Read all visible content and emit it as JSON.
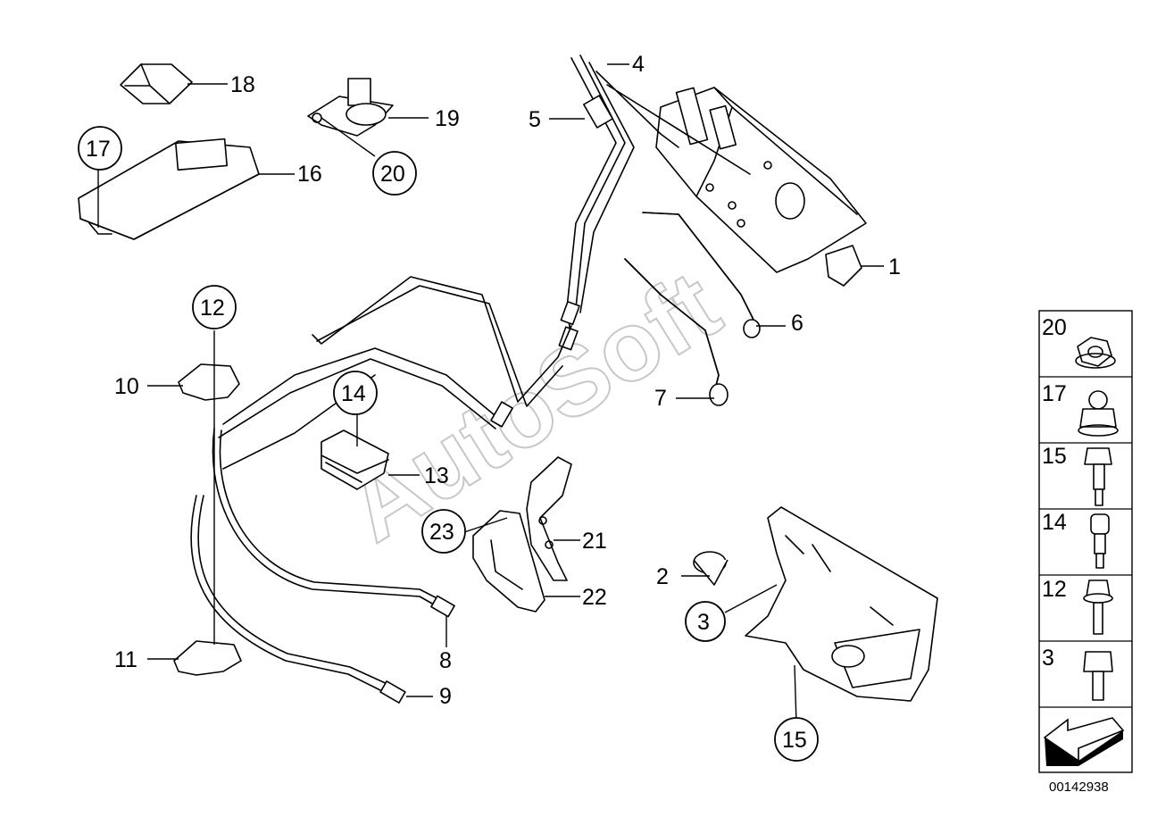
{
  "diagram": {
    "reference_number": "00142938",
    "watermark": "AutoSoft",
    "callouts": [
      {
        "id": "c1",
        "label": "1"
      },
      {
        "id": "c2",
        "label": "2"
      },
      {
        "id": "c3",
        "label": "3"
      },
      {
        "id": "c4",
        "label": "4"
      },
      {
        "id": "c5",
        "label": "5"
      },
      {
        "id": "c6",
        "label": "6"
      },
      {
        "id": "c7",
        "label": "7"
      },
      {
        "id": "c8",
        "label": "8"
      },
      {
        "id": "c9",
        "label": "9"
      },
      {
        "id": "c10",
        "label": "10"
      },
      {
        "id": "c11",
        "label": "11"
      },
      {
        "id": "c12",
        "label": "12"
      },
      {
        "id": "c13",
        "label": "13"
      },
      {
        "id": "c14",
        "label": "14"
      },
      {
        "id": "c15",
        "label": "15"
      },
      {
        "id": "c16",
        "label": "16"
      },
      {
        "id": "c17",
        "label": "17"
      },
      {
        "id": "c18",
        "label": "18"
      },
      {
        "id": "c19",
        "label": "19"
      },
      {
        "id": "c20",
        "label": "20"
      },
      {
        "id": "c21",
        "label": "21"
      },
      {
        "id": "c22",
        "label": "22"
      },
      {
        "id": "c23",
        "label": "23"
      }
    ],
    "fastener_legend": [
      {
        "label": "20",
        "icon": "flange-nut-icon"
      },
      {
        "label": "17",
        "icon": "cap-nut-icon"
      },
      {
        "label": "15",
        "icon": "shoulder-bolt-icon"
      },
      {
        "label": "14",
        "icon": "socket-bolt-icon"
      },
      {
        "label": "12",
        "icon": "flange-bolt-icon"
      },
      {
        "label": "3",
        "icon": "hex-bolt-icon"
      }
    ]
  }
}
